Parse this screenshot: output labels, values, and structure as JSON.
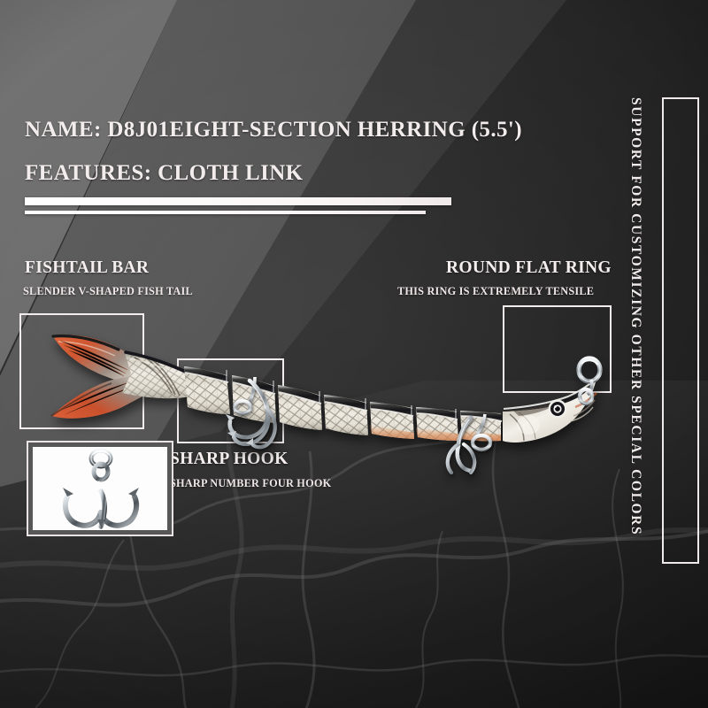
{
  "product": {
    "name_line": "NAME: D8J01EIGHT-SECTION HERRING (5.5')",
    "features_line": "FEATURES: CLOTH LINK"
  },
  "callouts": [
    {
      "id": "fishtail",
      "title": "FISHTAIL BAR",
      "subtitle": "SLENDER V-SHAPED FISH TAIL"
    },
    {
      "id": "round-flat-ring",
      "title": "ROUND FLAT RING",
      "subtitle": "THIS RING IS EXTREMELY TENSILE"
    },
    {
      "id": "sharp-hook",
      "title": "SHARP HOOK",
      "subtitle": "SHARP NUMBER FOUR HOOK"
    }
  ],
  "side_note": {
    "text": "SUPPORT FOR CUSTOMIZING OTHER SPECIAL COLORS"
  },
  "inset": {
    "label": "treble-hook-closeup"
  },
  "lure": {
    "type": "multi-jointed-swimbait",
    "segments": 8,
    "treble_hooks": 2,
    "nose_split_ring": 1
  },
  "colors": {
    "text": "#f3ecec",
    "background_light": "#6e6e6e",
    "background_dark": "#1d1d1d",
    "tail_accent": "#d2562f",
    "body_scale": "#e8e2d8",
    "metal": "#cfd3d6"
  }
}
